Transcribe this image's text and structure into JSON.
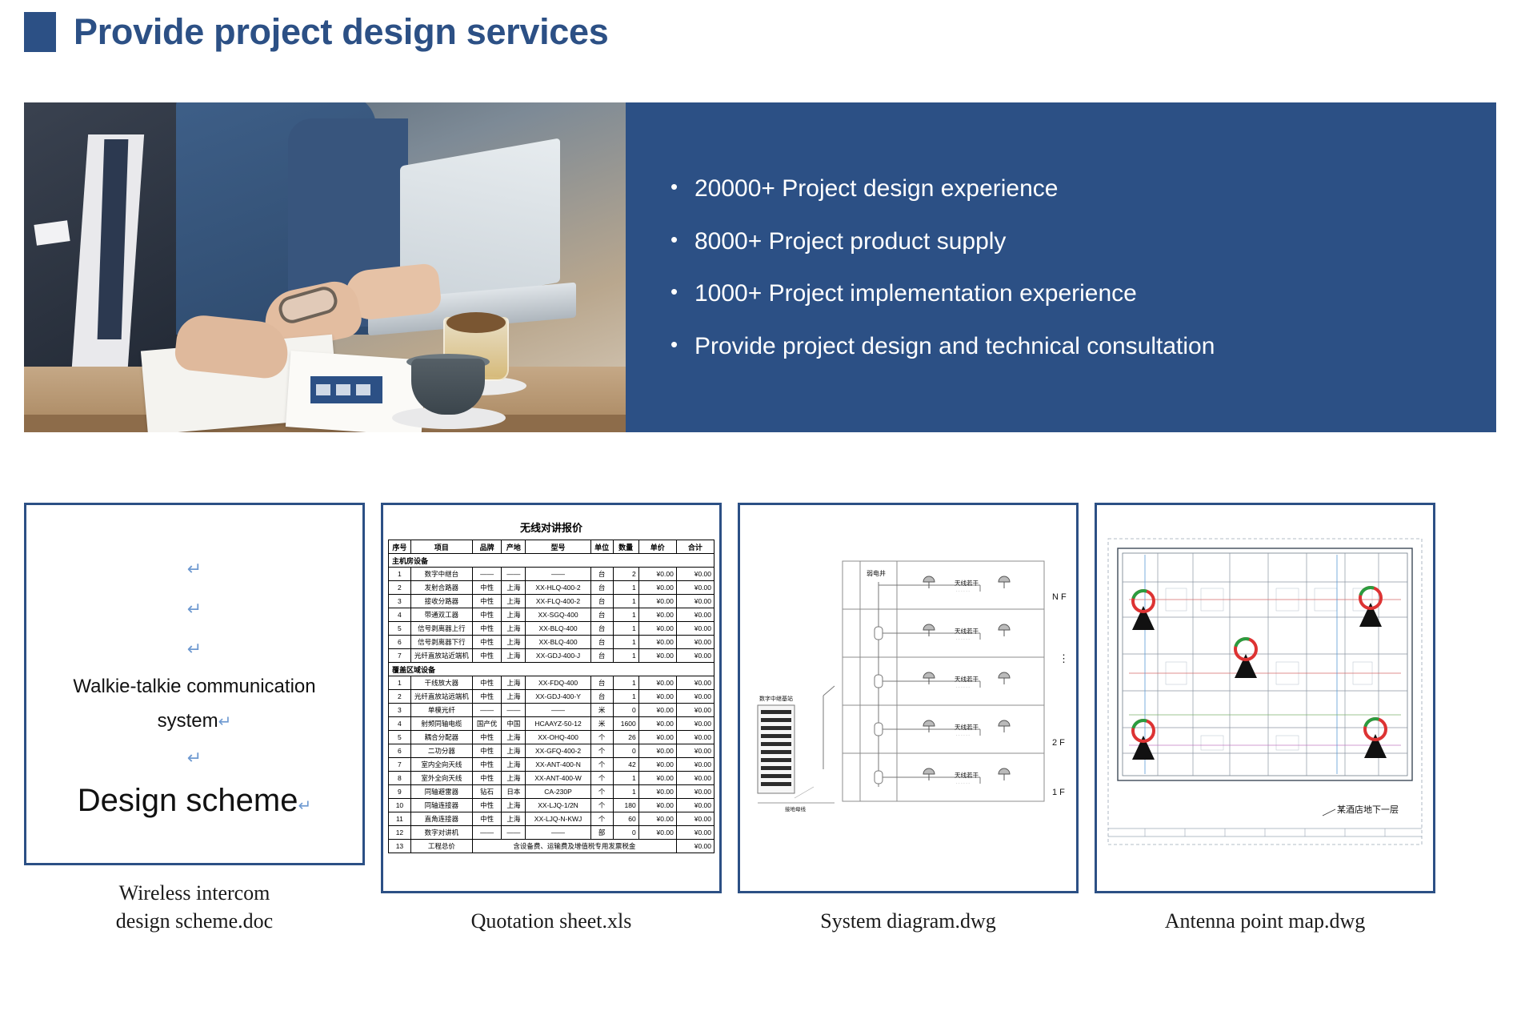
{
  "slide": {
    "title": "Provide project design services",
    "accent_color": "#2c5085"
  },
  "hero": {
    "bullets": [
      "20000+ Project design experience",
      "8000+ Project product supply",
      "1000+ Project implementation experience",
      "Provide project design and technical consultation"
    ],
    "bullet_marker": "•"
  },
  "thumbnails": [
    {
      "caption": "Wireless intercom\ndesign scheme.doc",
      "caption_line1": "Wireless intercom",
      "caption_line2": "design scheme.doc",
      "doc": {
        "pilcrow": "↵",
        "heading_line1": "Walkie-talkie communication",
        "heading_line2": "system",
        "title": "Design scheme"
      }
    },
    {
      "caption_line1": "Quotation sheet.xls",
      "caption_line2": ""
    },
    {
      "caption_line1": "System diagram.dwg",
      "caption_line2": ""
    },
    {
      "caption_line1": "Antenna point map.dwg",
      "caption_line2": ""
    }
  ],
  "quotation": {
    "title": "无线对讲报价",
    "headers": [
      "序号",
      "项目",
      "品牌",
      "产地",
      "型号",
      "单位",
      "数量",
      "单价",
      "合计"
    ],
    "section1": "主机房设备",
    "rows1": [
      [
        "1",
        "数字中继台",
        "——",
        "——",
        "——",
        "台",
        "2",
        "¥0.00",
        "¥0.00"
      ],
      [
        "2",
        "发射合路器",
        "中性",
        "上海",
        "XX-HLQ-400-2",
        "台",
        "1",
        "¥0.00",
        "¥0.00"
      ],
      [
        "3",
        "接收分路器",
        "中性",
        "上海",
        "XX-FLQ-400-2",
        "台",
        "1",
        "¥0.00",
        "¥0.00"
      ],
      [
        "4",
        "带通双工器",
        "中性",
        "上海",
        "XX-SGQ-400",
        "台",
        "1",
        "¥0.00",
        "¥0.00"
      ],
      [
        "5",
        "信号剥离器上行",
        "中性",
        "上海",
        "XX-BLQ-400",
        "台",
        "1",
        "¥0.00",
        "¥0.00"
      ],
      [
        "6",
        "信号剥离器下行",
        "中性",
        "上海",
        "XX-BLQ-400",
        "台",
        "1",
        "¥0.00",
        "¥0.00"
      ],
      [
        "7",
        "光纤直放站近端机",
        "中性",
        "上海",
        "XX-GDJ-400-J",
        "台",
        "1",
        "¥0.00",
        "¥0.00"
      ]
    ],
    "section2": "覆盖区域设备",
    "rows2": [
      [
        "1",
        "干线放大器",
        "中性",
        "上海",
        "XX-FDQ-400",
        "台",
        "1",
        "¥0.00",
        "¥0.00"
      ],
      [
        "2",
        "光纤直放站远端机",
        "中性",
        "上海",
        "XX-GDJ-400-Y",
        "台",
        "1",
        "¥0.00",
        "¥0.00"
      ],
      [
        "3",
        "单模光纤",
        "——",
        "——",
        "——",
        "米",
        "0",
        "¥0.00",
        "¥0.00"
      ],
      [
        "4",
        "射频同轴电缆",
        "国产优",
        "中国",
        "HCAAYZ-50-12",
        "米",
        "1600",
        "¥0.00",
        "¥0.00"
      ],
      [
        "5",
        "耦合分配器",
        "中性",
        "上海",
        "XX-OHQ-400",
        "个",
        "26",
        "¥0.00",
        "¥0.00"
      ],
      [
        "6",
        "二功分器",
        "中性",
        "上海",
        "XX-GFQ-400-2",
        "个",
        "0",
        "¥0.00",
        "¥0.00"
      ],
      [
        "7",
        "室内全向天线",
        "中性",
        "上海",
        "XX-ANT-400-N",
        "个",
        "42",
        "¥0.00",
        "¥0.00"
      ],
      [
        "8",
        "室外全向天线",
        "中性",
        "上海",
        "XX-ANT-400-W",
        "个",
        "1",
        "¥0.00",
        "¥0.00"
      ],
      [
        "9",
        "同轴避雷器",
        "钻石",
        "日本",
        "CA-230P",
        "个",
        "1",
        "¥0.00",
        "¥0.00"
      ],
      [
        "10",
        "同轴连接器",
        "中性",
        "上海",
        "XX-LJQ-1/2N",
        "个",
        "180",
        "¥0.00",
        "¥0.00"
      ],
      [
        "11",
        "直角连接器",
        "中性",
        "上海",
        "XX-LJQ-N-KWJ",
        "个",
        "60",
        "¥0.00",
        "¥0.00"
      ],
      [
        "12",
        "数字对讲机",
        "——",
        "——",
        "——",
        "部",
        "0",
        "¥0.00",
        "¥0.00"
      ]
    ],
    "footer": {
      "no": "13",
      "label": "工程总价",
      "note": "含设备费、运输费及增值税专用发票税金",
      "total": "¥0.00"
    }
  },
  "system_diagram": {
    "shaft_label": "弱电井",
    "antenna_label": "天线若干",
    "cabinet_label": "数字中继基站",
    "ground_label": "接地母线",
    "floors": [
      "N F",
      "⋮",
      "2 F",
      "1 F"
    ],
    "floor_top": "N F",
    "floor_dots": "⋮",
    "floor_2": "2 F",
    "floor_1": "1 F"
  },
  "antenna_map": {
    "label": "某酒店地下一层"
  }
}
